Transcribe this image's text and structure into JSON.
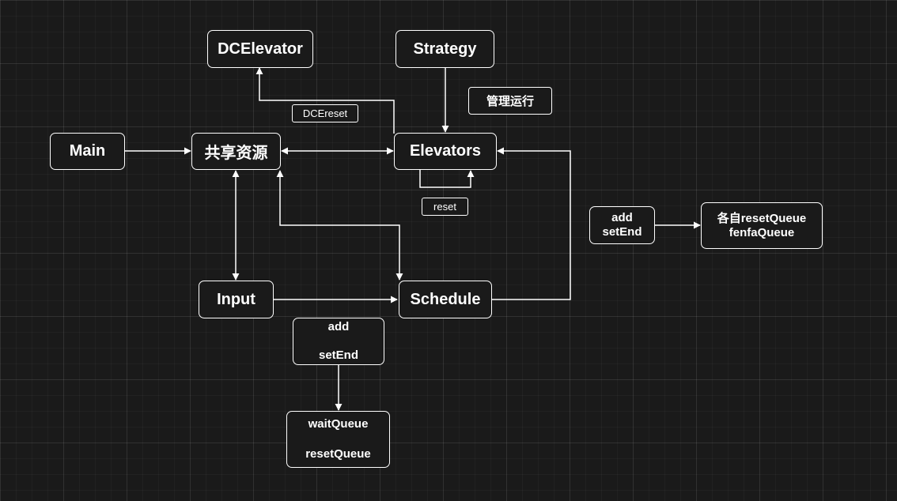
{
  "nodes": {
    "dcelevator": "DCElevator",
    "strategy": "Strategy",
    "guanli": "管理运行",
    "main": "Main",
    "shared": "共享资源",
    "elevators": "Elevators",
    "input": "Input",
    "schedule": "Schedule",
    "add_setend_right": {
      "line1": "add",
      "line2": "setEnd"
    },
    "reset_queue_box": {
      "line1": "各自resetQueue",
      "line2": "fenfaQueue"
    },
    "add_setend_bottom": {
      "line1": "add",
      "line2": "setEnd"
    },
    "queues_box": {
      "line1": "waitQueue",
      "line2": "resetQueue"
    }
  },
  "edge_labels": {
    "dcereset": "DCEreset",
    "reset": "reset"
  },
  "colors": {
    "background": "#1a1a1a",
    "stroke": "#ffffff"
  }
}
